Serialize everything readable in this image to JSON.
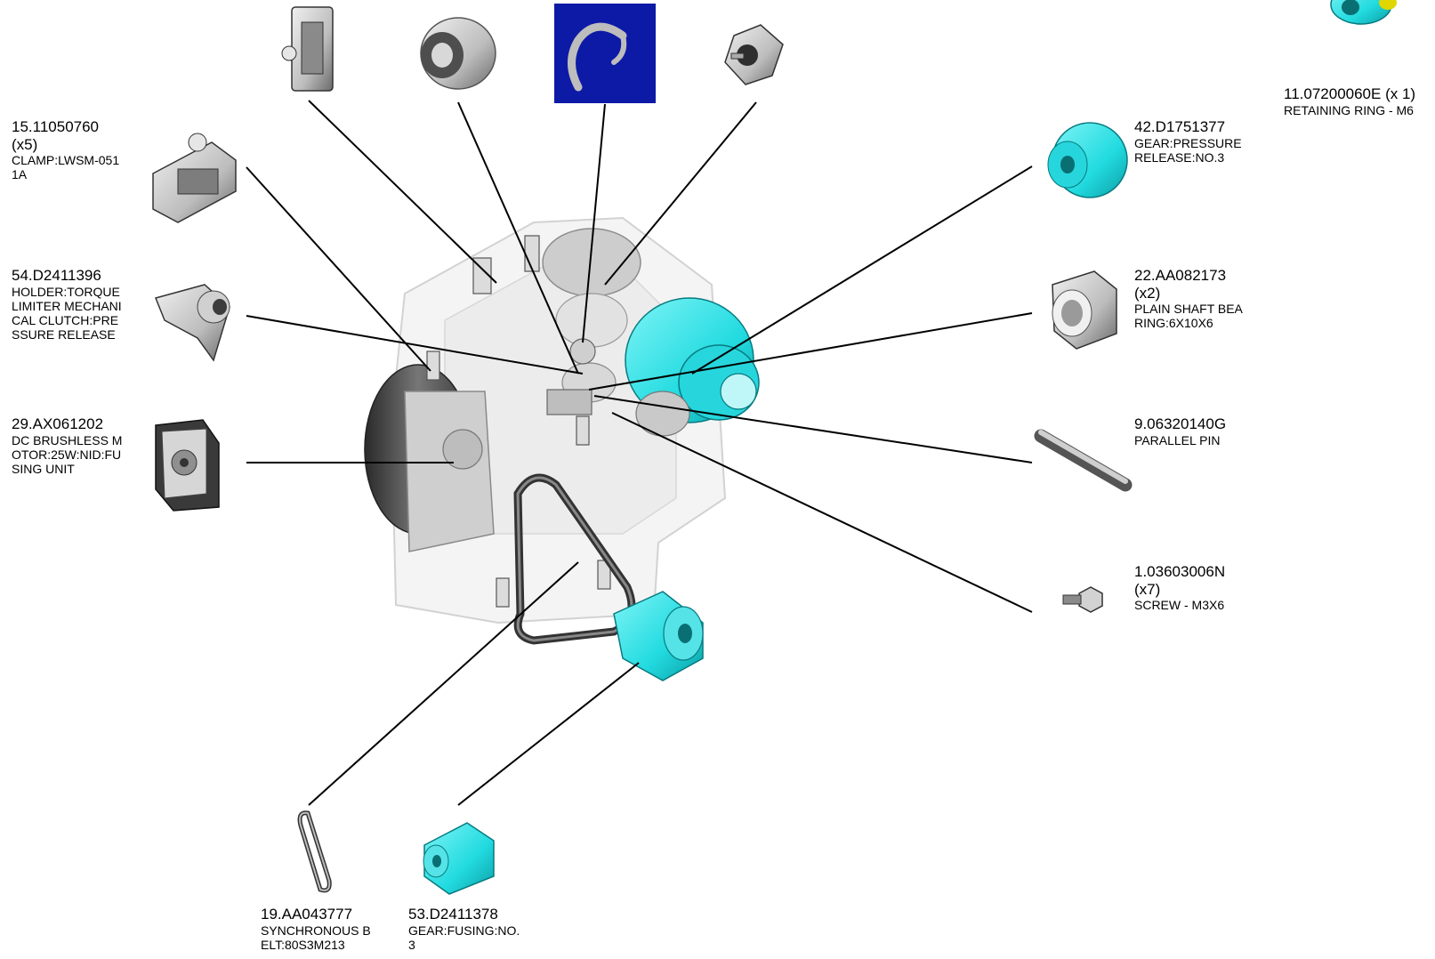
{
  "parts": [
    {
      "id": "p15",
      "number": "15.11050760",
      "qty": "(x5)",
      "desc_lines": [
        "CLAMP:LWSM-051",
        "1A"
      ]
    },
    {
      "id": "p54",
      "number": "54.D2411396",
      "qty": "",
      "desc_lines": [
        "HOLDER:TORQUE",
        "LIMITER MECHANI",
        "CAL CLUTCH:PRE",
        "SSURE RELEASE"
      ]
    },
    {
      "id": "p29",
      "number": "29.AX061202",
      "qty": "",
      "desc_lines": [
        "DC BRUSHLESS M",
        "OTOR:25W:NID:FU",
        "SING UNIT"
      ]
    },
    {
      "id": "p42",
      "number": "42.D1751377",
      "qty": "",
      "desc_lines": [
        "GEAR:PRESSURE",
        "RELEASE:NO.3"
      ]
    },
    {
      "id": "p22",
      "number": "22.AA082173",
      "qty": "(x2)",
      "desc_lines": [
        "PLAIN SHAFT BEA",
        "RING:6X10X6"
      ]
    },
    {
      "id": "p9",
      "number": "9.06320140G",
      "qty": "",
      "desc_lines": [
        "PARALLEL PIN"
      ]
    },
    {
      "id": "p1",
      "number": "1.03603006N",
      "qty": "(x7)",
      "desc_lines": [
        "SCREW - M3X6"
      ]
    },
    {
      "id": "p11",
      "number": "11.07200060E",
      "qty": "(x 1)",
      "desc_lines": [
        "RETAINING RING - M6"
      ]
    },
    {
      "id": "p19",
      "number": "19.AA043777",
      "qty": "",
      "desc_lines": [
        "SYNCHRONOUS B",
        "ELT:80S3M213"
      ]
    },
    {
      "id": "p53",
      "number": "53.D2411378",
      "qty": "",
      "desc_lines": [
        "GEAR:FUSING:NO.",
        "3"
      ]
    }
  ],
  "colors": {
    "highlight_part": "#22dbe0",
    "selected_thumb_bg": "#0d1aa6",
    "line": "#000000"
  }
}
